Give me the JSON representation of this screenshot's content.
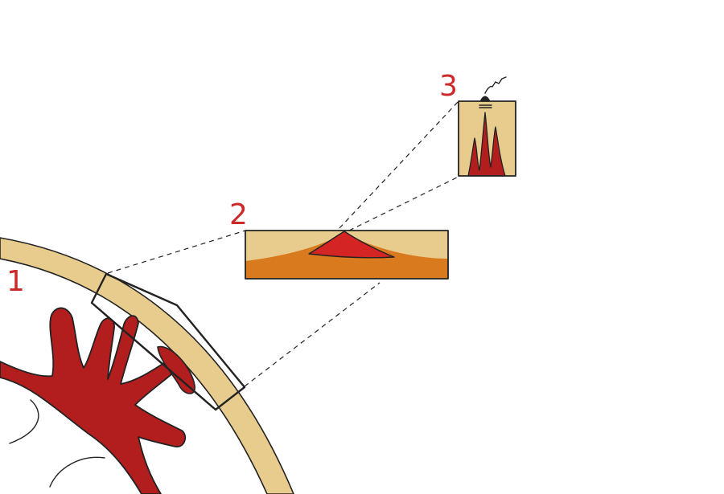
{
  "labels": {
    "stage_1": "1",
    "stage_2": "2",
    "stage_3": "3"
  },
  "colors": {
    "crust": "#e8cc8e",
    "mantle": "#d97a1f",
    "magma": "#b21e1e",
    "magma_bright": "#d42424",
    "label": "#cc2a2a",
    "ink": "#222222",
    "background": "#ffffff"
  }
}
